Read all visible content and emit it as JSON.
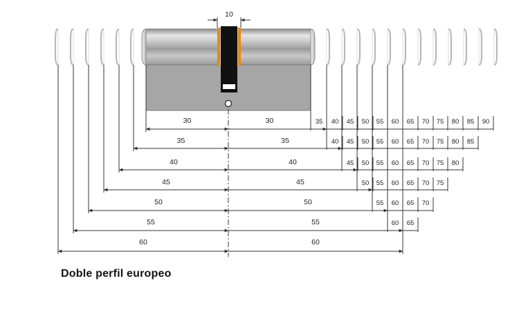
{
  "caption": "Doble perfil europeo",
  "cam_width_label": "10",
  "rows": [
    {
      "left": "30",
      "right": "30",
      "totals": [
        "35",
        "40",
        "45",
        "50",
        "55",
        "60",
        "65",
        "70",
        "75",
        "80",
        "85",
        "90"
      ]
    },
    {
      "left": "35",
      "right": "35",
      "totals": [
        "40",
        "45",
        "50",
        "55",
        "60",
        "65",
        "70",
        "75",
        "80",
        "85"
      ]
    },
    {
      "left": "40",
      "right": "40",
      "totals": [
        "45",
        "50",
        "55",
        "60",
        "65",
        "70",
        "75",
        "80"
      ]
    },
    {
      "left": "45",
      "right": "45",
      "totals": [
        "50",
        "55",
        "60",
        "65",
        "70",
        "75"
      ]
    },
    {
      "left": "50",
      "right": "50",
      "totals": [
        "55",
        "60",
        "65",
        "70"
      ]
    },
    {
      "left": "55",
      "right": "55",
      "totals": [
        "60",
        "65"
      ]
    },
    {
      "left": "60",
      "right": "60",
      "totals": []
    }
  ],
  "colors": {
    "cylinder": "#bdbdbd",
    "cam": "#111111",
    "cam_border": "#e08a1e",
    "line": "#333333"
  }
}
